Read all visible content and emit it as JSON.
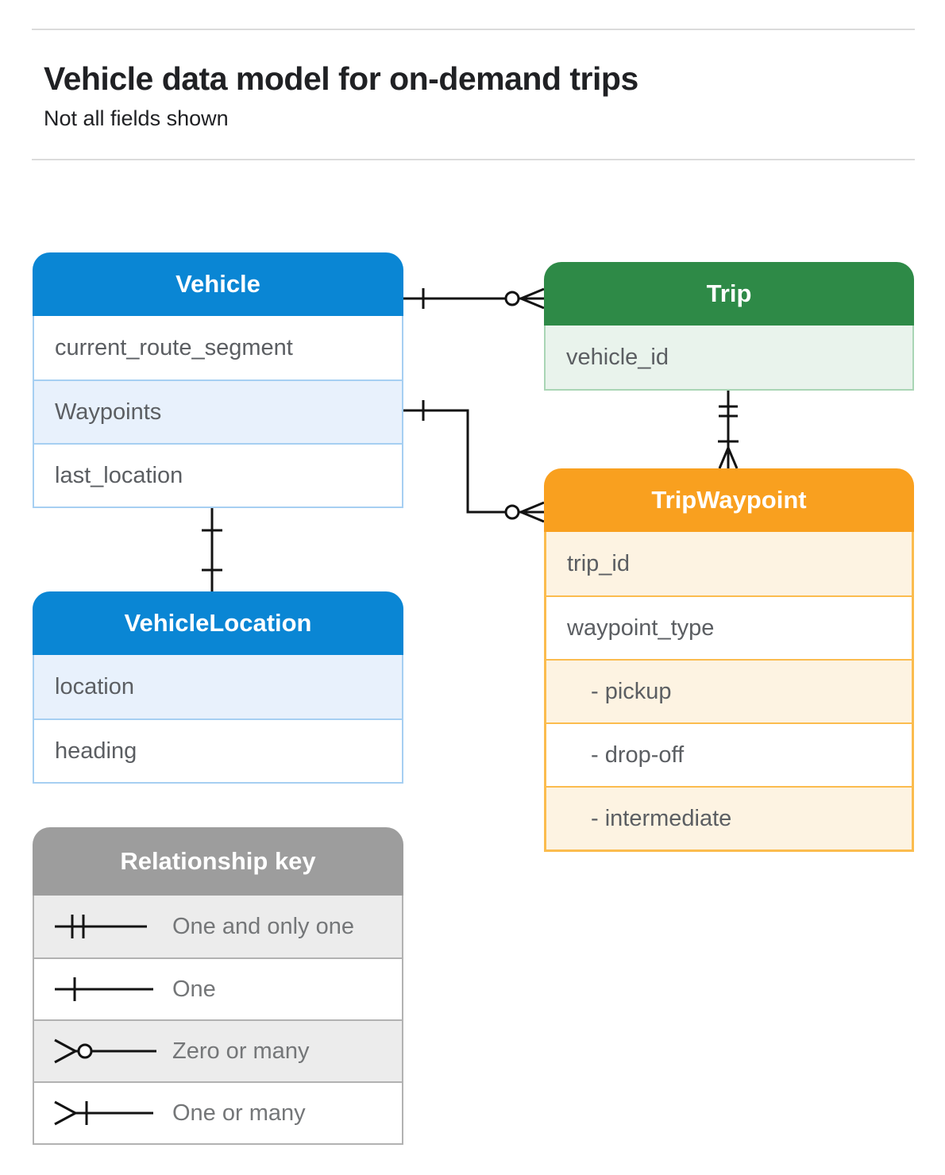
{
  "page": {
    "title": "Vehicle data model for on-demand trips",
    "subtitle": "Not all fields shown"
  },
  "colors": {
    "blue": "#0a86d4",
    "blueLight": "#e8f1fc",
    "blueBorder": "#a6cff2",
    "green": "#2e8a47",
    "greenLight": "#e9f3ec",
    "greenBorder": "#a9d5b5",
    "orange": "#f9a01f",
    "orangeLight": "#fdf3e2",
    "orangeBorder": "#fbbc4e",
    "gray": "#9d9d9d",
    "grayLight": "#ececec",
    "grayBorder": "#b2b2b2",
    "line": "#131313",
    "fieldText": "#5b5e62",
    "legendText": "#747678",
    "titleText": "#202124"
  },
  "entities": {
    "vehicle": {
      "title": "Vehicle",
      "fields": [
        {
          "label": "current_route_segment"
        },
        {
          "label": "Waypoints"
        },
        {
          "label": "last_location"
        }
      ]
    },
    "trip": {
      "title": "Trip",
      "fields": [
        {
          "label": "vehicle_id"
        }
      ]
    },
    "trip_waypoint": {
      "title": "TripWaypoint",
      "fields": [
        {
          "label": "trip_id"
        },
        {
          "label": "waypoint_type"
        },
        {
          "label": "- pickup"
        },
        {
          "label": "- drop-off"
        },
        {
          "label": "- intermediate"
        }
      ]
    },
    "vehicle_location": {
      "title": "VehicleLocation",
      "fields": [
        {
          "label": "location"
        },
        {
          "label": "heading"
        }
      ]
    }
  },
  "legend": {
    "title": "Relationship key",
    "items": [
      {
        "symbol": "one-and-only-one",
        "label": "One and only one"
      },
      {
        "symbol": "one",
        "label": "One"
      },
      {
        "symbol": "zero-or-many",
        "label": "Zero or many"
      },
      {
        "symbol": "one-or-many",
        "label": "One or many"
      }
    ]
  },
  "relationships": [
    {
      "from": "Vehicle",
      "to": "Trip",
      "from_cardinality": "One",
      "to_cardinality": "Zero or many"
    },
    {
      "from": "Vehicle (Waypoints)",
      "to": "TripWaypoint",
      "from_cardinality": "One",
      "to_cardinality": "Zero or many"
    },
    {
      "from": "Trip",
      "to": "TripWaypoint",
      "from_cardinality": "One and only one",
      "to_cardinality": "One or many"
    },
    {
      "from": "Vehicle",
      "to": "VehicleLocation",
      "from_cardinality": "One",
      "to_cardinality": "One"
    }
  ]
}
